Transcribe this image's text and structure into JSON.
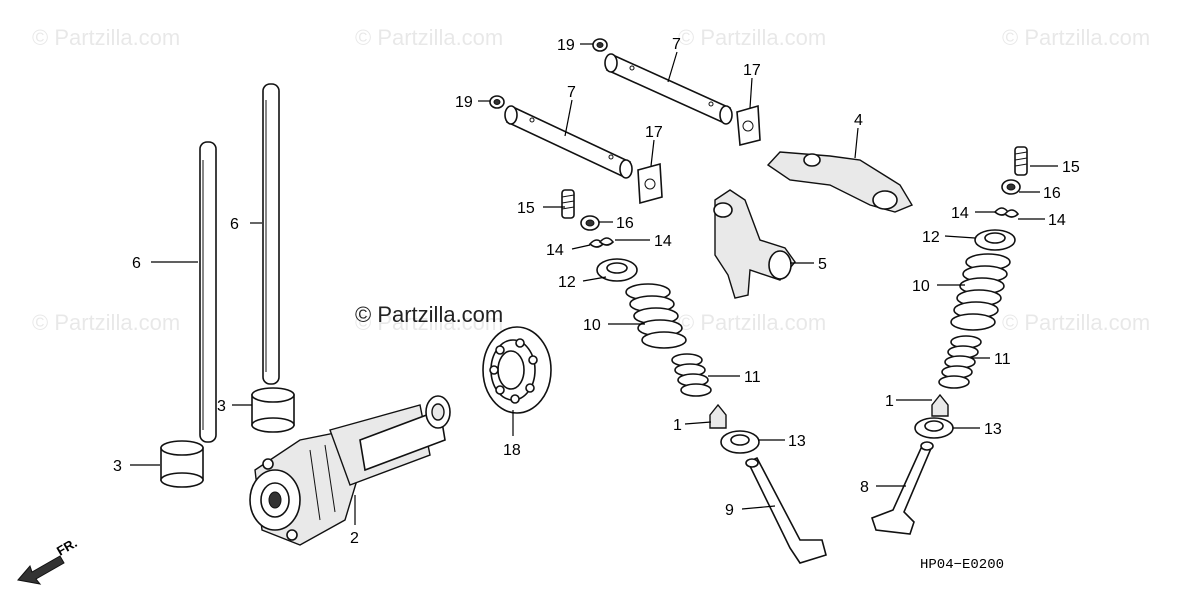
{
  "watermarks": [
    "© Partzilla.com",
    "© Partzilla.com",
    "© Partzilla.com",
    "© Partzilla.com",
    "© Partzilla.com",
    "© Partzilla.com",
    "© Partzilla.com",
    "© Partzilla.com"
  ],
  "copyright": "© Partzilla.com",
  "diagram_code": "HP04−E0200",
  "direction_label": "FR.",
  "callouts": [
    "19",
    "7",
    "17",
    "19",
    "7",
    "17",
    "4",
    "15",
    "16",
    "14",
    "14",
    "12",
    "10",
    "11",
    "1",
    "13",
    "9",
    "15",
    "16",
    "14",
    "14",
    "12",
    "10",
    "11",
    "1",
    "13",
    "8",
    "5",
    "6",
    "6",
    "3",
    "3",
    "2",
    "18"
  ]
}
